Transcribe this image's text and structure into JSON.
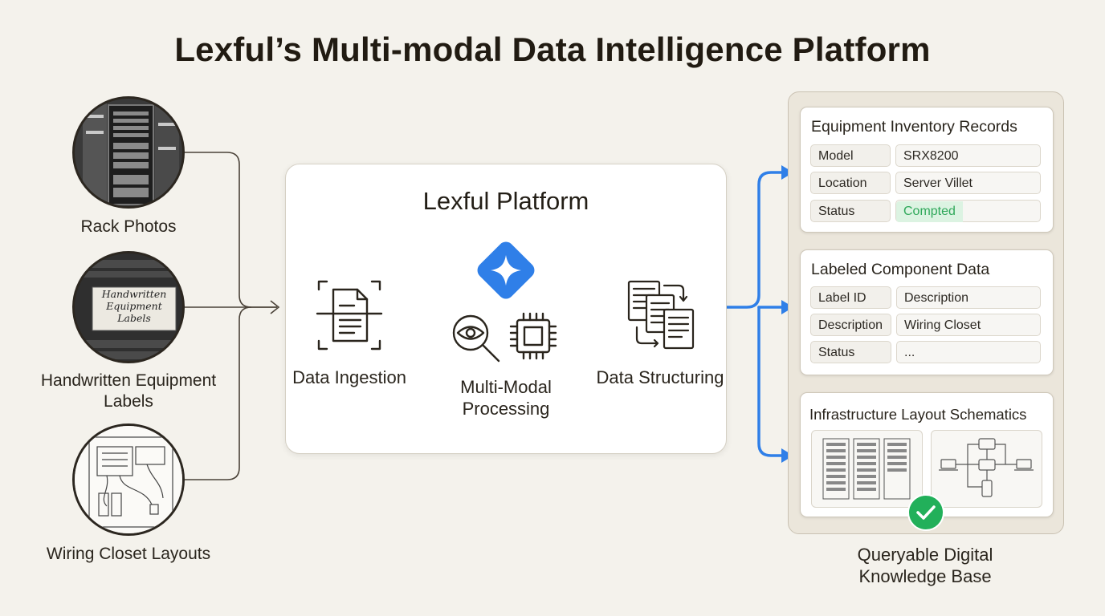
{
  "title": "Lexful’s Multi-modal Data Intelligence Platform",
  "sources": [
    {
      "label": "Rack Photos",
      "image": "server-rack-photo"
    },
    {
      "label": "Handwritten Equipment Labels",
      "image": "handwritten-label-photo",
      "image_text": "Handwritten Equipment Labels"
    },
    {
      "label": "Wiring Closet Layouts",
      "image": "wiring-closet-sketch"
    }
  ],
  "platform": {
    "title": "Lexful Platform",
    "steps": [
      {
        "label": "Data Ingestion",
        "icon": "document-scan-icon"
      },
      {
        "label": "Multi-Modal Processing",
        "icon": "eye-magnifier-chip-icon"
      },
      {
        "label": "Data Structuring",
        "icon": "documents-sync-icon"
      }
    ],
    "logo_icon": "sparkle-diamond-icon",
    "colors": {
      "accent": "#2f7fe8"
    }
  },
  "knowledge_base": {
    "label": "Queryable Digital Knowledge Base",
    "cards": [
      {
        "title": "Equipment Inventory Records",
        "rows": [
          {
            "key": "Model",
            "value": "SRX8200"
          },
          {
            "key": "Location",
            "value": "Server Villet"
          },
          {
            "key": "Status",
            "value": "Compted"
          }
        ]
      },
      {
        "title": "Labeled Component Data",
        "rows": [
          {
            "key": "Label ID",
            "value": "Description"
          },
          {
            "key": "Description",
            "value": "Wiring Closet"
          },
          {
            "key": "Status",
            "value": "..."
          }
        ]
      },
      {
        "title": "Infrastructure Layout Schematics",
        "images": [
          "rack-schematic",
          "network-topology-diagram"
        ]
      }
    ],
    "colors": {
      "status": "#2fa85a",
      "check": "#22b05a"
    }
  }
}
